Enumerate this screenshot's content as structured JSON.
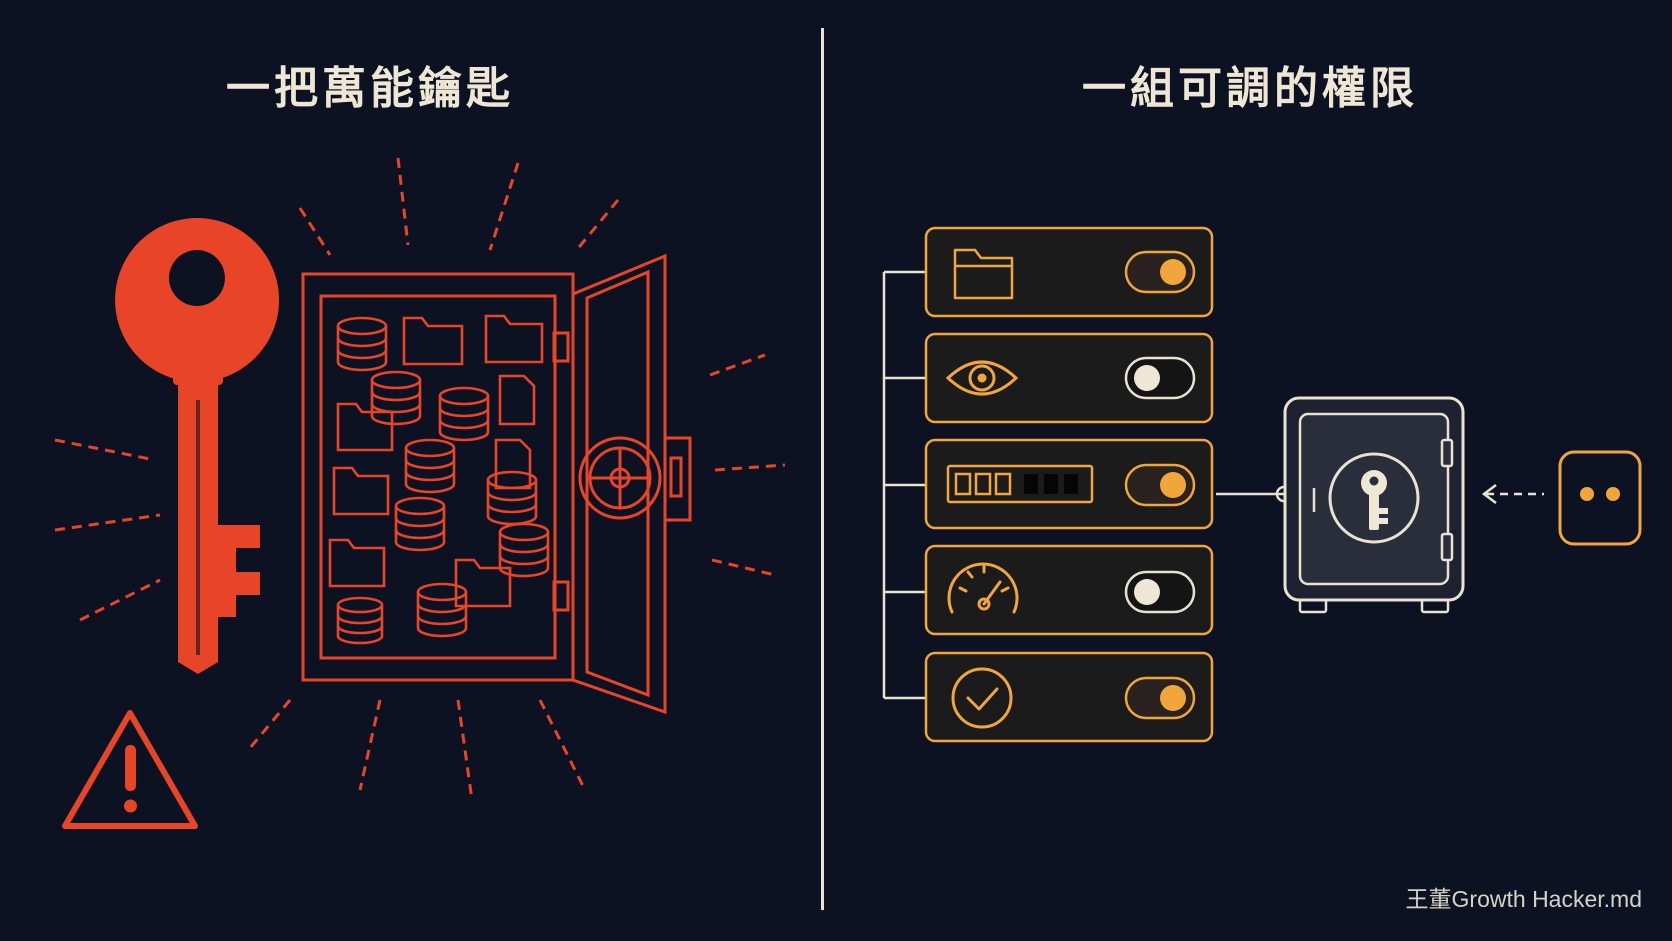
{
  "left_panel": {
    "title": "一把萬能鑰匙"
  },
  "right_panel": {
    "title": "一組可調的權限",
    "permissions": [
      {
        "icon": "folder-icon",
        "enabled": true
      },
      {
        "icon": "eye-icon",
        "enabled": false
      },
      {
        "icon": "password-field-icon",
        "enabled": true
      },
      {
        "icon": "speedometer-icon",
        "enabled": false
      },
      {
        "icon": "checkmark-circle-icon",
        "enabled": true
      }
    ]
  },
  "watermark": "王董Growth Hacker.md",
  "colors": {
    "background": "#0c1222",
    "danger": "#e84427",
    "accent": "#f0a63a",
    "text": "#efe7d6"
  }
}
